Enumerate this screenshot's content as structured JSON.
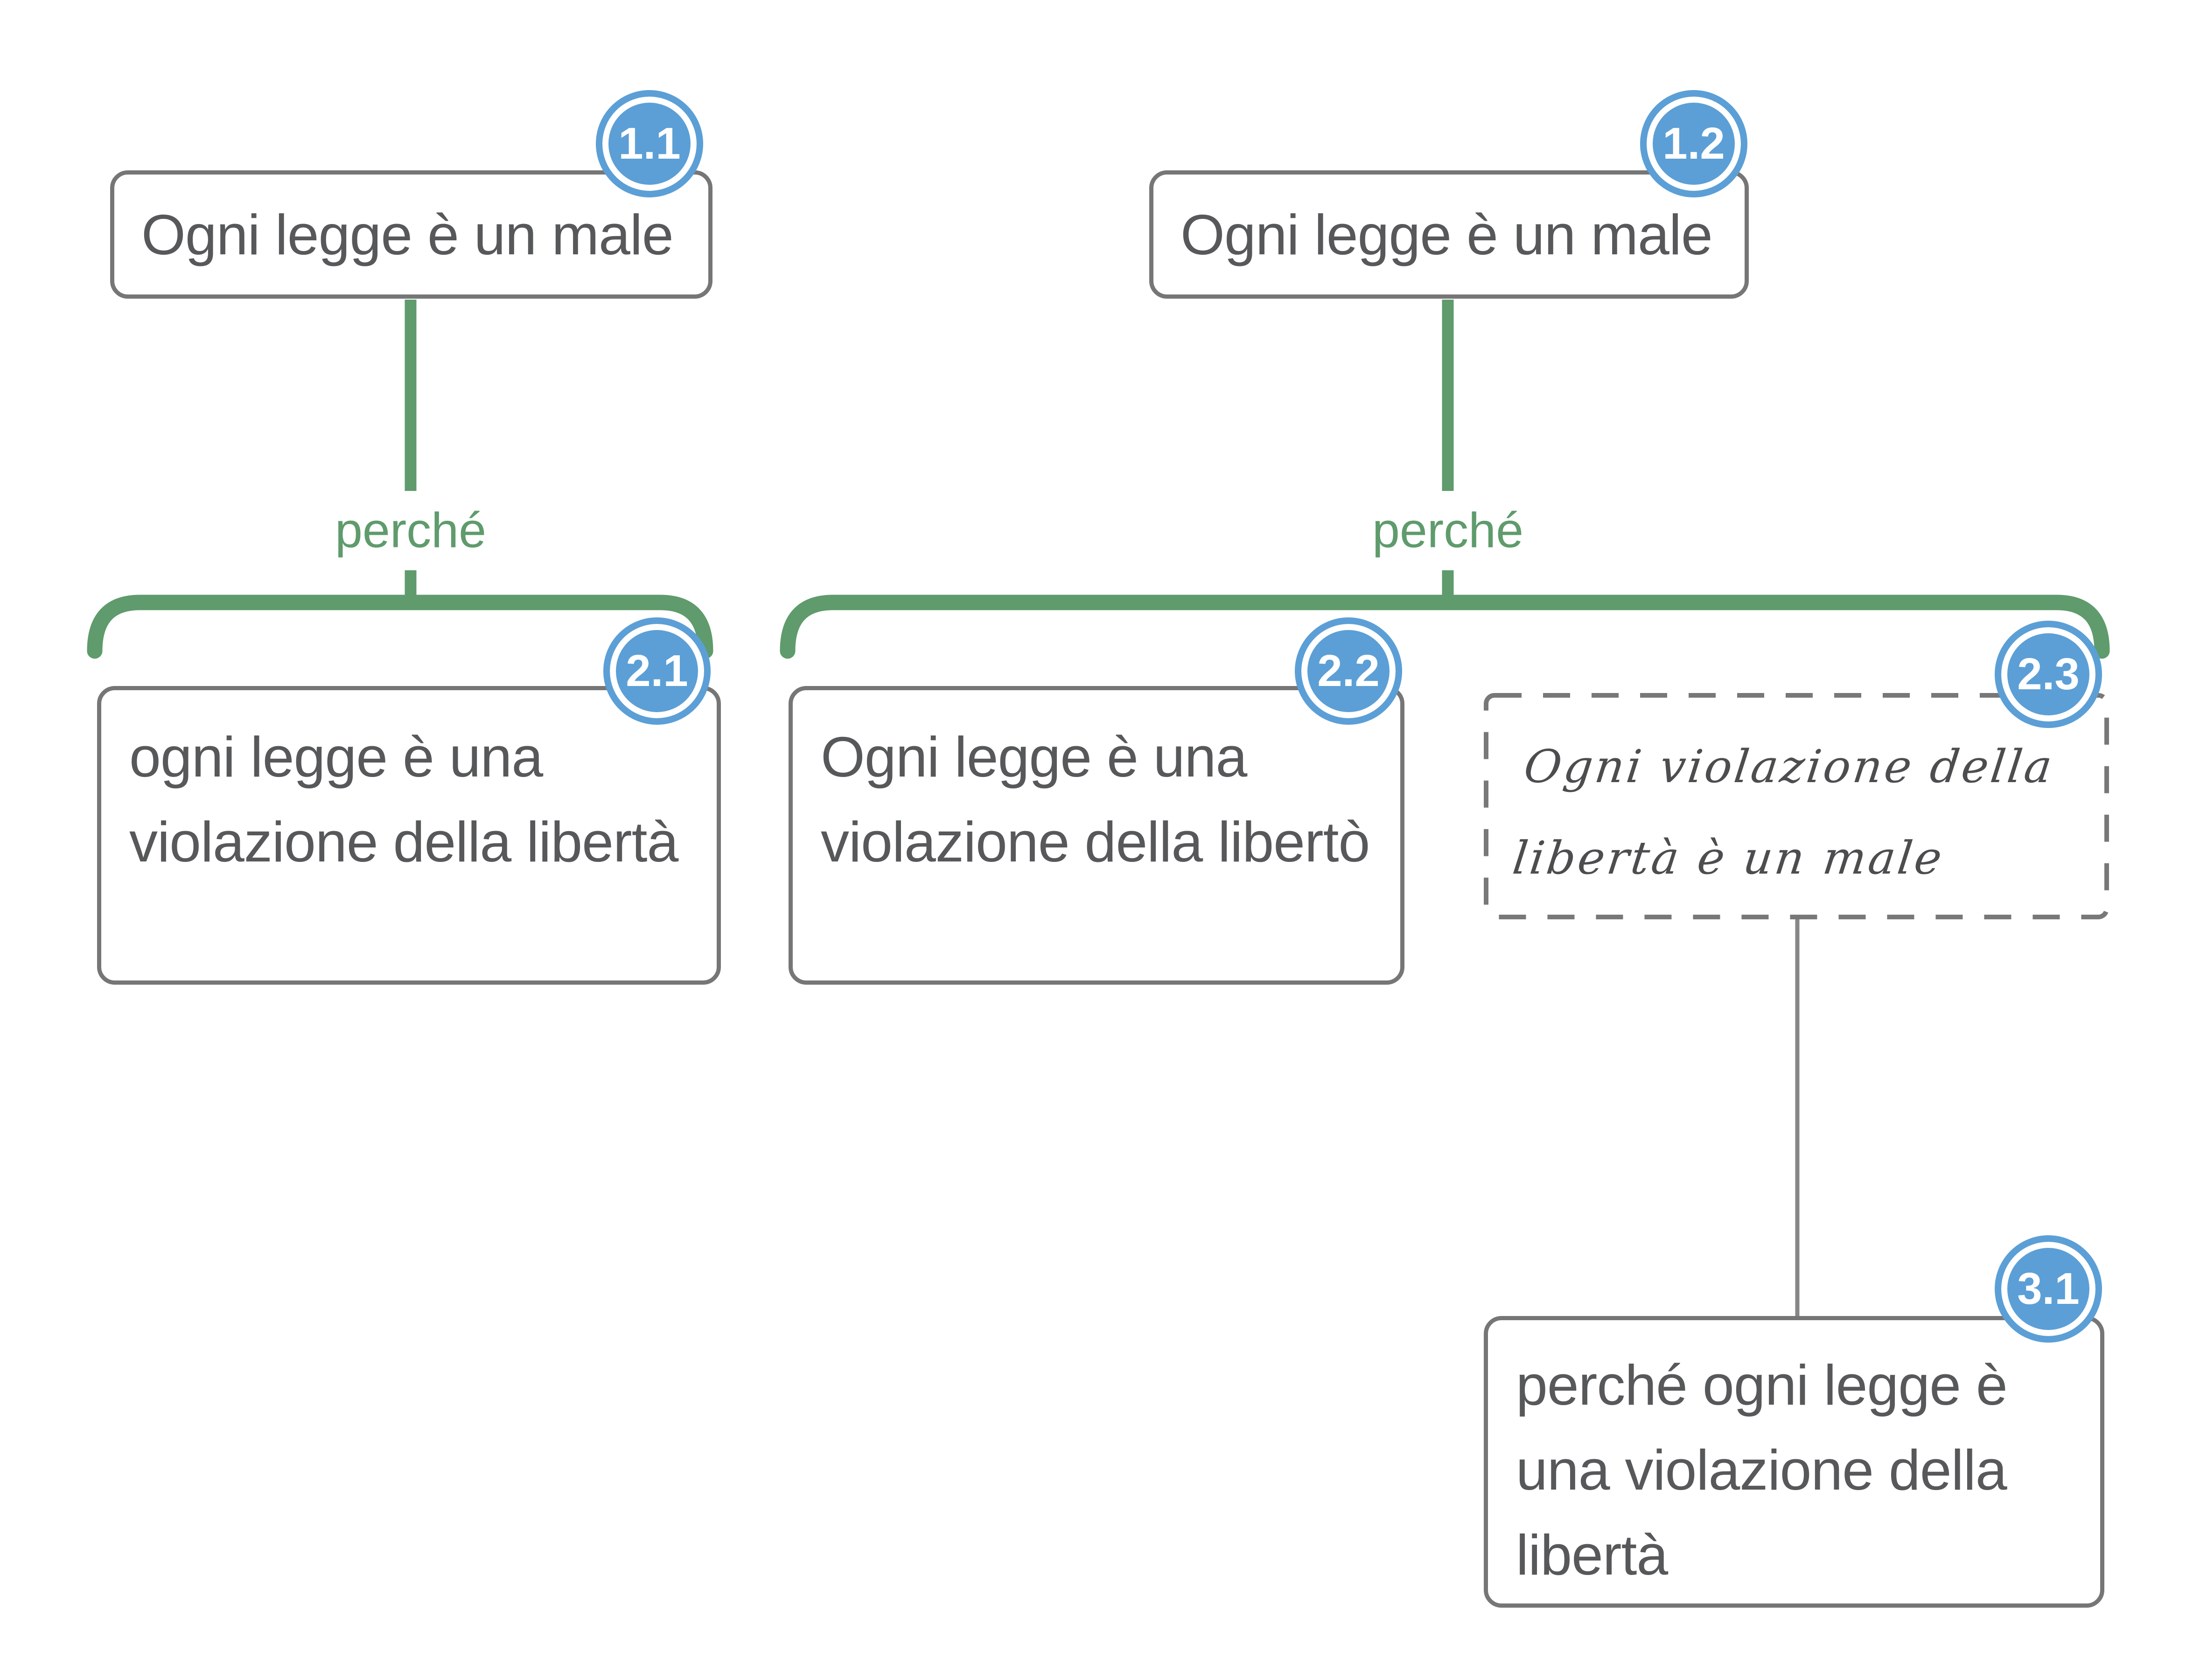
{
  "diagram": {
    "title_hint": "argument-map",
    "colors": {
      "edge_green": "#5f9b6c",
      "badge_blue": "#5b9fd6",
      "box_border_gray": "#767676",
      "text_gray": "#57585a",
      "connector_gray": "#878787"
    },
    "nodes": {
      "n11": {
        "id": "1.1",
        "text": "Ogni legge è un male"
      },
      "n12": {
        "id": "1.2",
        "text": "Ogni legge è un male"
      },
      "n21": {
        "id": "2.1",
        "text": "ogni legge è una violazione della libertà"
      },
      "n22": {
        "id": "2.2",
        "text": "Ogni legge è una violazione della libertò"
      },
      "n23": {
        "id": "2.3",
        "text": "Ogni violazione della libertà è un male"
      },
      "n31": {
        "id": "3.1",
        "text": "perché ogni legge è una violazione della libertà"
      }
    },
    "edges": [
      {
        "from": "1.1",
        "to": "2.1",
        "label": "perché"
      },
      {
        "from": "1.2",
        "to": "2.2 + 2.3",
        "label": "perché"
      },
      {
        "from": "2.3",
        "to": "3.1",
        "label": ""
      }
    ]
  }
}
